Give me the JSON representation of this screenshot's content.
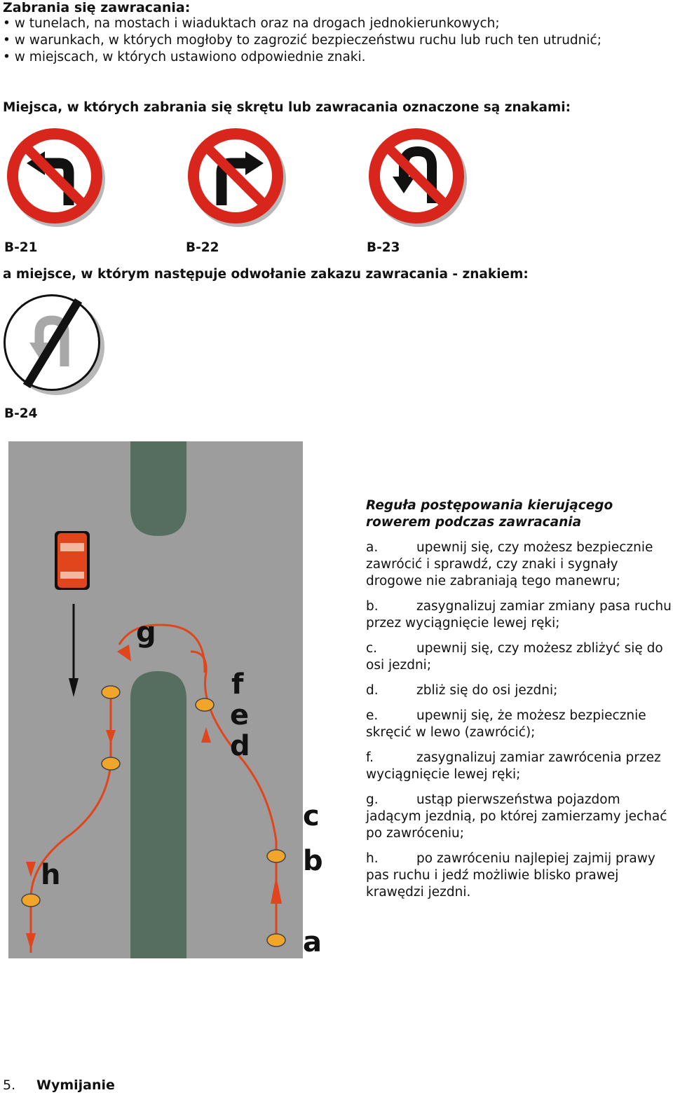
{
  "heading": "Zabrania się zawracania:",
  "bullets": [
    "w tunelach, na mostach i wiaduktach oraz na drogach jednokierunkowych;",
    "w warunkach, w których mogłoby to zagrozić bezpieczeństwu ruchu lub ruch ten utrudnić;",
    "w miejscach, w których ustawiono odpowiednie znaki."
  ],
  "signs_intro": "Miejsca, w których zabrania się skrętu lub zawracania oznaczone są znakami:",
  "signs": [
    {
      "code": "B-21",
      "icon": "no-left-turn-sign"
    },
    {
      "code": "B-22",
      "icon": "no-right-turn-sign"
    },
    {
      "code": "B-23",
      "icon": "no-u-turn-sign"
    }
  ],
  "revoke_intro": "a miejsce, w którym następuje odwołanie zakazu zawracania - znakiem:",
  "revoke_sign": {
    "code": "B-24",
    "icon": "end-of-no-u-turn-sign"
  },
  "diagram": {
    "letters": [
      "a",
      "b",
      "c",
      "d",
      "e",
      "f",
      "g",
      "h"
    ],
    "colors": {
      "road": "#9d9d9d",
      "median": "#556e5f",
      "path": "#e0451b",
      "car": "#e0451b"
    }
  },
  "rule": {
    "title": "Reguła postępowania kierującego rowerem podczas zawracania",
    "items": [
      {
        "letter": "a.",
        "text": "upewnij się, czy możesz bezpiecznie zawrócić i sprawdź, czy znaki i sygnały drogowe nie zabraniają tego manewru;"
      },
      {
        "letter": "b.",
        "text": "zasygnalizuj zamiar zmiany pasa ruchu przez wyciągnięcie lewej ręki;"
      },
      {
        "letter": "c.",
        "text": "upewnij się, czy możesz zbliżyć się do osi jezdni;"
      },
      {
        "letter": "d.",
        "text": "zbliż się do osi jezdni;"
      },
      {
        "letter": "e.",
        "text": "upewnij się, że możesz bezpiecznie skręcić w lewo (zawrócić);"
      },
      {
        "letter": "f.",
        "text": "zasygnalizuj zamiar zawrócenia przez wyciągnięcie lewej ręki;"
      },
      {
        "letter": "g.",
        "text": "ustąp pierwszeństwa pojazdom jadącym jezdnią, po której zamierzamy jechać po zawróceniu;"
      },
      {
        "letter": "h.",
        "text": "po zawróceniu najlepiej zajmij prawy pas ruchu i jedź możliwie blisko prawej krawędzi jezdni."
      }
    ]
  },
  "footer": {
    "number": "5.",
    "title": "Wymijanie"
  }
}
